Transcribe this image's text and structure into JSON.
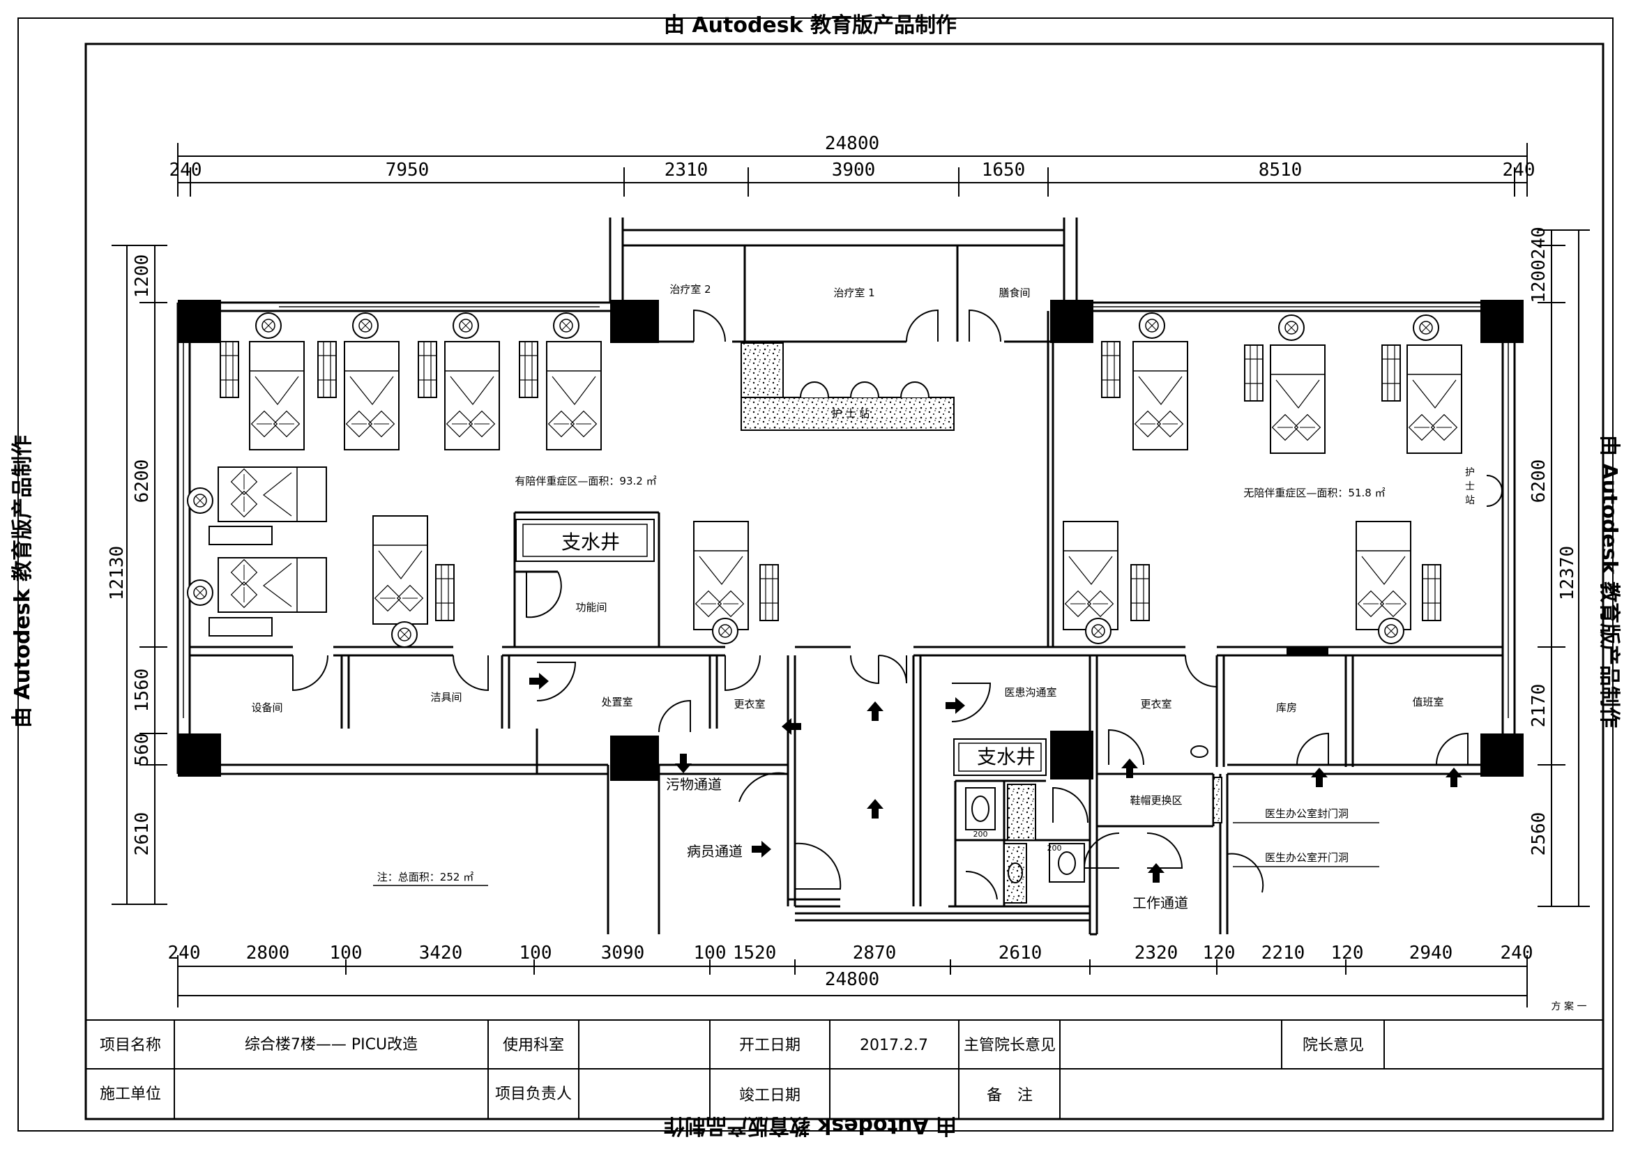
{
  "watermark": "由 Autodesk 教育版产品制作",
  "plan": {
    "total_width": "24800",
    "top_dims": [
      "240",
      "7950",
      "2310",
      "3900",
      "1650",
      "8510",
      "240"
    ],
    "bottom_dims": [
      "240",
      "2800",
      "100",
      "3420",
      "100",
      "3090",
      "100",
      "1520",
      "2870",
      "2610",
      "2320",
      "120",
      "2210",
      "120",
      "2940",
      "240"
    ],
    "left_total": "12130",
    "left_dims": [
      "1200",
      "6200",
      "1560",
      "560",
      "2610"
    ],
    "right_total": "12370",
    "right_dims": [
      "1200240",
      "6200",
      "2170",
      "2560"
    ],
    "scheme": "方 案 一"
  },
  "rooms": {
    "treat2": "治疗室 2",
    "treat1": "治疗室 1",
    "meal": "膳食间",
    "nurse_station": "护 士 站",
    "nurse_station2": "护\n士\n站",
    "zone_left": "有陪伴重症区—面积：93.2 ㎡",
    "zone_right": "无陪伴重症区—面积：51.8 ㎡",
    "shaft": "支水井",
    "function": "功能间",
    "equipment": "设备间",
    "cleaning": "洁具间",
    "disposal": "处置室",
    "locker1": "更衣室",
    "comm": "医患沟通室",
    "locker2": "更衣室",
    "storage": "库房",
    "duty": "值班室",
    "dirty_corridor": "污物通道",
    "patient_corridor": "病员通道",
    "shoe_zone": "鞋帽更换区",
    "work_corridor": "工作通道",
    "office_close": "医生办公室封门洞",
    "office_open": "医生办公室开门洞",
    "note": "注：总面积：252 ㎡",
    "wc200": "200"
  },
  "table": {
    "project_name_label": "项目名称",
    "project_name_value": "综合楼7楼—— PICU改造",
    "dept_label": "使用科室",
    "start_label": "开工日期",
    "start_value": "2017.2.7",
    "chief_label": "主管院长意见",
    "president_label": "院长意见",
    "builder_label": "施工单位",
    "manager_label": "项目负责人",
    "finish_label": "竣工日期",
    "remark_label": "备　注"
  }
}
